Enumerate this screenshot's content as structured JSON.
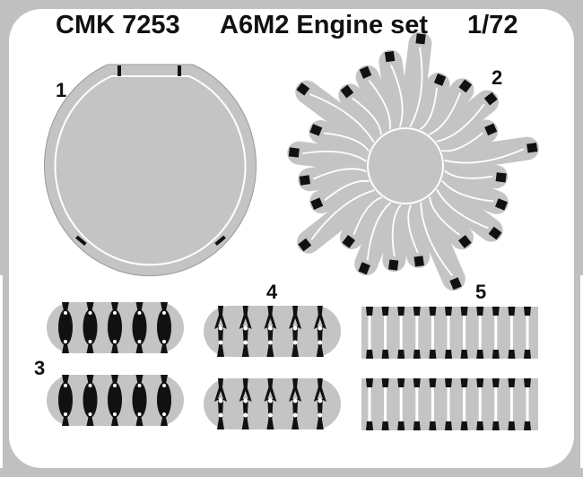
{
  "header": {
    "code": "CMK 7253",
    "name": "A6M2 Engine set",
    "scale": "1/72"
  },
  "parts": [
    {
      "number": "1",
      "count": 1
    },
    {
      "number": "2",
      "count": 1
    },
    {
      "number": "3",
      "count": 10
    },
    {
      "number": "4",
      "count": 10
    },
    {
      "number": "5",
      "count": 22
    }
  ],
  "colors": {
    "metal": "#c4c4c4",
    "frame": "#c0c0c0",
    "tab": "#111111",
    "line": "#ffffff",
    "text": "#111111"
  }
}
